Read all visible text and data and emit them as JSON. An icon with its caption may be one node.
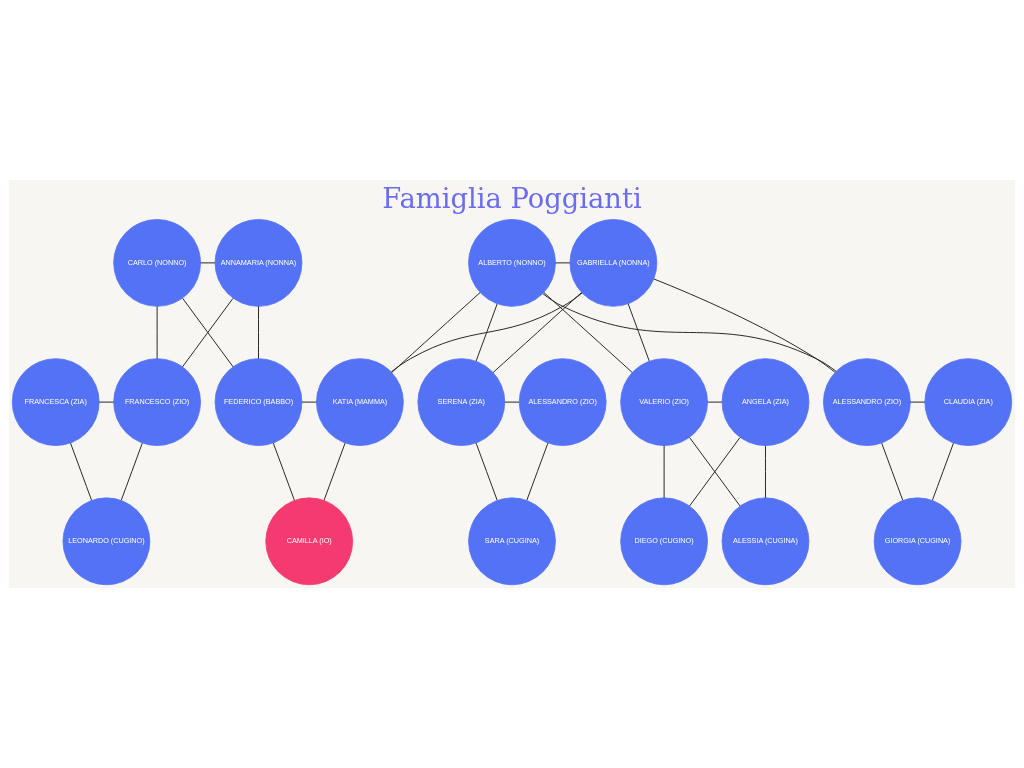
{
  "diagram": {
    "title": "Famiglia Poggianti",
    "nodes": [
      {
        "text": [
          "CARLO (NONNO)"
        ]
      },
      {
        "text": [
          "ANNAMARIA (NONNA)"
        ]
      },
      {
        "text": [
          "ALBERTO (NONNO)"
        ]
      },
      {
        "text": [
          "GABRIELLA (NONNA)"
        ]
      },
      {
        "text": [
          "FRANCESCA (ZIA)"
        ]
      },
      {
        "text": [
          "FRANCESCO (ZIO)"
        ]
      },
      {
        "text": [
          "FEDERICO (BABBO)"
        ]
      },
      {
        "text": [
          "KATIA (MAMMA)"
        ]
      },
      {
        "text": [
          "SERENA (ZIA)"
        ]
      },
      {
        "text": [
          "ALESSANDRO (ZIO)"
        ]
      },
      {
        "text": [
          "VALERIO (ZIO)"
        ]
      },
      {
        "text": [
          "ANGELA (ZIA)"
        ]
      },
      {
        "text": [
          "ALESSANDRO (ZIO)"
        ]
      },
      {
        "text": [
          "CLAUDIA (ZIA)"
        ]
      },
      {
        "text": [
          "LEONARDO (CUGINO)"
        ]
      },
      {
        "text": [
          "CAMILLA (IO)"
        ]
      },
      {
        "text": [
          "SARA (CUGINA)"
        ]
      },
      {
        "text": [
          "DIEGO (CUGINO)"
        ]
      },
      {
        "text": [
          "ALESSIA (CUGINA)"
        ]
      },
      {
        "text": [
          "GIORGIA (CUGINA)"
        ]
      }
    ],
    "edges": [
      {
        "from": 0,
        "to": 1,
        "arrow": "none"
      },
      {
        "from": 2,
        "to": 3,
        "arrow": "none"
      },
      {
        "from": 0,
        "to": 5,
        "arrow": "none"
      },
      {
        "from": 1,
        "to": 5,
        "arrow": "none"
      },
      {
        "from": 0,
        "to": 6,
        "arrow": "none"
      },
      {
        "from": 1,
        "to": 6,
        "arrow": "none"
      },
      {
        "from": 2,
        "to": 7,
        "arrow": "none"
      },
      {
        "from": 3,
        "to": 7,
        "arrow": "none"
      },
      {
        "from": 2,
        "to": 8,
        "arrow": "none"
      },
      {
        "from": 3,
        "to": 8,
        "arrow": "none"
      },
      {
        "from": 2,
        "to": 10,
        "arrow": "none"
      },
      {
        "from": 3,
        "to": 10,
        "arrow": "none"
      },
      {
        "from": 2,
        "to": 12,
        "arrow": "none"
      },
      {
        "from": 3,
        "to": 12,
        "arrow": "none"
      },
      {
        "from": 4,
        "to": 5,
        "arrow": "none"
      },
      {
        "from": 6,
        "to": 7,
        "arrow": "none"
      },
      {
        "from": 8,
        "to": 9,
        "arrow": "none"
      },
      {
        "from": 10,
        "to": 11,
        "arrow": "none"
      },
      {
        "from": 12,
        "to": 13,
        "arrow": "none"
      },
      {
        "from": 4,
        "to": 14,
        "arrow": "none"
      },
      {
        "from": 5,
        "to": 14,
        "arrow": "none"
      },
      {
        "from": 6,
        "to": 15,
        "arrow": "none"
      },
      {
        "from": 7,
        "to": 15,
        "arrow": "none"
      },
      {
        "from": 8,
        "to": 16,
        "arrow": "none"
      },
      {
        "from": 9,
        "to": 16,
        "arrow": "none"
      },
      {
        "from": 10,
        "to": 17,
        "arrow": "none"
      },
      {
        "from": 11,
        "to": 17,
        "arrow": "none"
      },
      {
        "from": 10,
        "to": 18,
        "arrow": "none"
      },
      {
        "from": 11,
        "to": 18,
        "arrow": "none"
      },
      {
        "from": 12,
        "to": 19,
        "arrow": "none"
      },
      {
        "from": 13,
        "to": 19,
        "arrow": "none"
      }
    ]
  }
}
